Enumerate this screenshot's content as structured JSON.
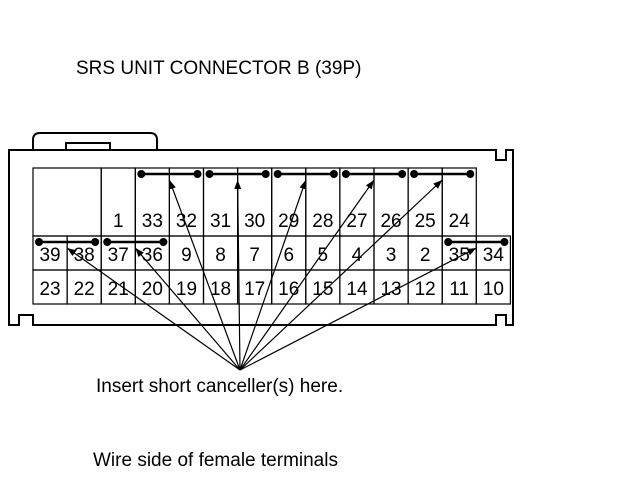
{
  "title": "SRS UNIT CONNECTOR B (39P)",
  "callout": "Insert short canceller(s) here.",
  "footer": "Wire side of female terminals",
  "connector": {
    "rows": [
      [
        "",
        "",
        "1",
        "33",
        "32",
        "31",
        "30",
        "29",
        "28",
        "27",
        "26",
        "25",
        "24",
        ""
      ],
      [
        "39",
        "38",
        "37",
        "36",
        "9",
        "8",
        "7",
        "6",
        "5",
        "4",
        "3",
        "2",
        "35",
        "34"
      ],
      [
        "23",
        "22",
        "21",
        "20",
        "19",
        "18",
        "17",
        "16",
        "15",
        "14",
        "13",
        "12",
        "11",
        "10"
      ]
    ],
    "short_cancellers": [
      [
        "33",
        "32"
      ],
      [
        "31",
        "30"
      ],
      [
        "29",
        "28"
      ],
      [
        "27",
        "26"
      ],
      [
        "25",
        "24"
      ],
      [
        "39",
        "38"
      ],
      [
        "37",
        "36"
      ],
      [
        "35",
        "34"
      ]
    ]
  }
}
